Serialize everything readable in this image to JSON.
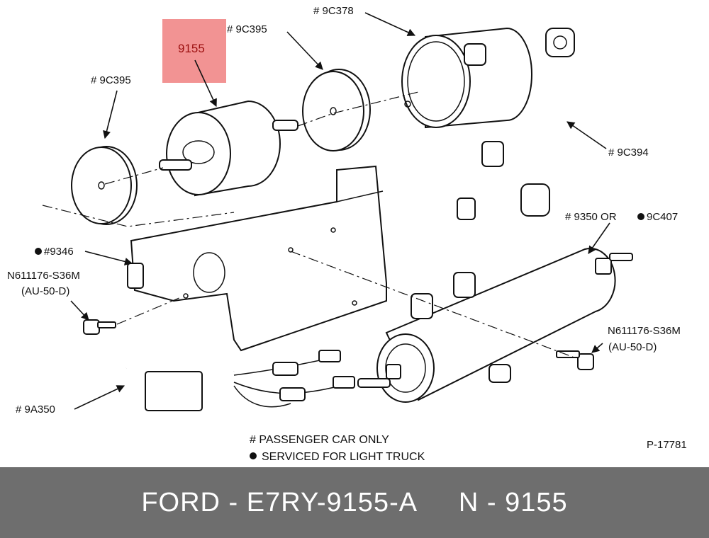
{
  "highlight": {
    "label": "9155",
    "color": "#f08080"
  },
  "labels": {
    "filter_insulator_left": "# 9C395",
    "filter_insulator_right": "# 9C395",
    "filter_housing": "# 9C378",
    "fuel_line": "# 9C394",
    "pump_bracket": "#9346",
    "pump": "# 9350 OR",
    "pump_alt": "9C407",
    "bolt_left_part": "N611176-S36M",
    "bolt_left_spec": "(AU-50-D)",
    "bolt_right_part": "N611176-S36M",
    "bolt_right_spec": "(AU-50-D)",
    "harness": "# 9A350",
    "drawing_no": "P-17781"
  },
  "notes": {
    "passenger": "# PASSENGER CAR ONLY",
    "light_truck": "SERVICED FOR LIGHT TRUCK"
  },
  "footer": {
    "brand": "FORD",
    "part_number": "E7RY-9155-A",
    "oem_label": "N",
    "oem_number": "9155"
  }
}
